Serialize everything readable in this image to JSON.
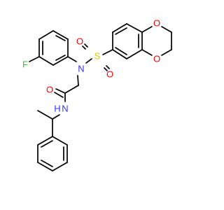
{
  "molecule": {
    "atoms": [
      {
        "id": "F",
        "text": "F",
        "color": "#33cc33"
      },
      {
        "id": "N1",
        "text": "N",
        "color": "#3333ff"
      },
      {
        "id": "S",
        "text": "S",
        "color": "#cccc00"
      },
      {
        "id": "OS1",
        "text": "O",
        "color": "#ff0000"
      },
      {
        "id": "OS2",
        "text": "O",
        "color": "#ff0000"
      },
      {
        "id": "Od1",
        "text": "O",
        "color": "#ff0000"
      },
      {
        "id": "Od2",
        "text": "O",
        "color": "#ff0000"
      },
      {
        "id": "Oam",
        "text": "O",
        "color": "#ff0000"
      },
      {
        "id": "NH",
        "text": "N",
        "color": "#3333ff"
      },
      {
        "id": "H",
        "text": "H",
        "color": "#3333ff"
      }
    ]
  }
}
